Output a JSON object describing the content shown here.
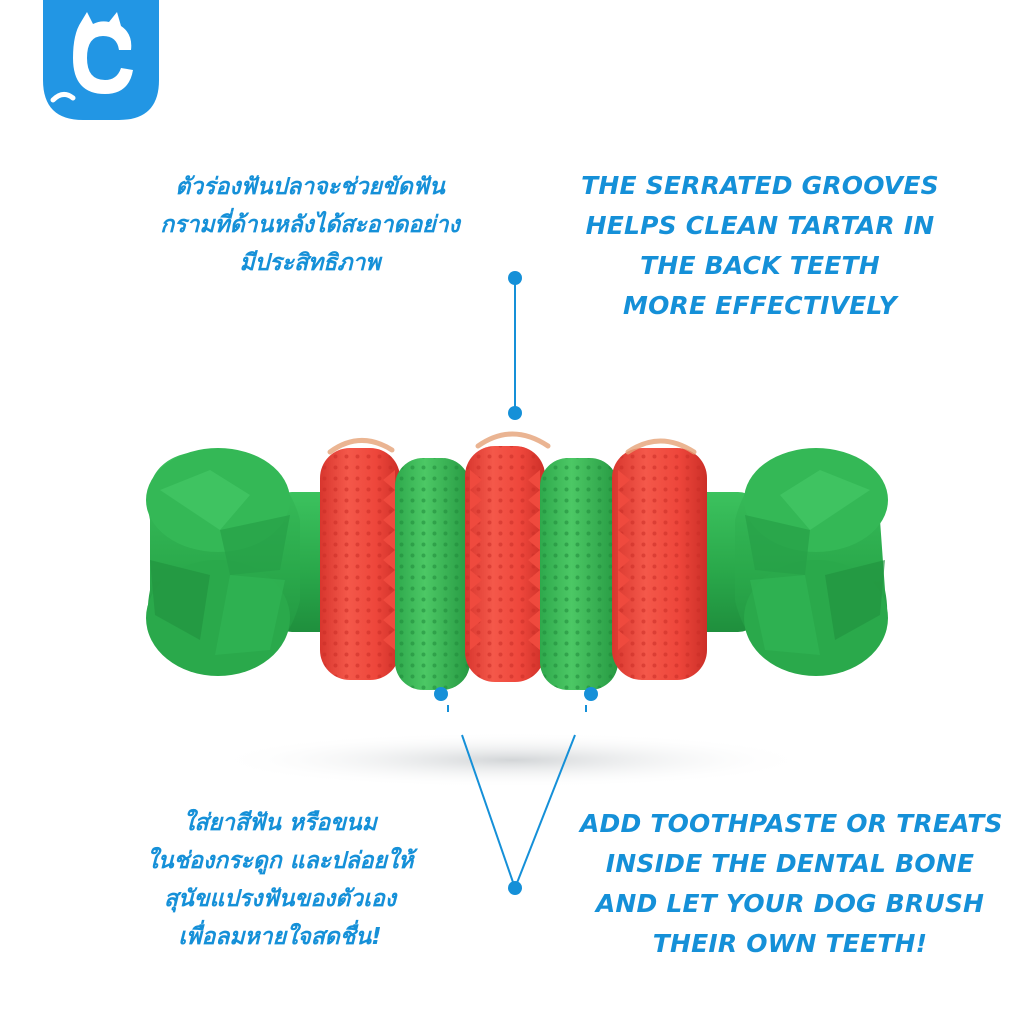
{
  "colors": {
    "accent": "#1590d8",
    "bone_green": "#2fb352",
    "ring_red": "#f0463c",
    "ring_green": "#3fbf5a"
  },
  "logo": {
    "icon": "cat-c-logo-icon"
  },
  "captions": {
    "top_left": [
      "ตัวร่องฟันปลาจะช่วยขัดฟัน",
      "กรามที่ด้านหลังได้สะอาดอย่าง",
      "มีประสิทธิภาพ"
    ],
    "top_right": [
      "THE SERRATED GROOVES",
      "HELPS CLEAN TARTAR IN",
      "THE BACK TEETH",
      "MORE EFFECTIVELY"
    ],
    "bottom_left": [
      "ใส่ยาสีฟัน หรือขนม",
      "ในช่องกระดูก และปล่อยให้",
      "สุนัขแปรงฟันของตัวเอง",
      "เพื่อลมหายใจสดชื่น!"
    ],
    "bottom_right": [
      "ADD TOOTHPASTE OR TREATS",
      "INSIDE THE DENTAL BONE",
      "AND LET YOUR DOG BRUSH",
      "THEIR OWN TEETH!"
    ]
  }
}
